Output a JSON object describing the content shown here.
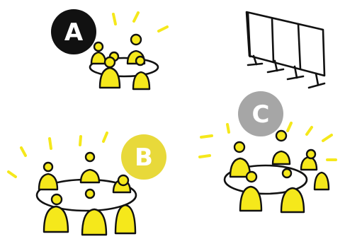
{
  "groups": [
    {
      "label": "A",
      "badge_color": "#111111",
      "text_color": "#ffffff"
    },
    {
      "label": "B",
      "badge_color": "#e8d93a",
      "text_color": "#ffffff"
    },
    {
      "label": "C",
      "badge_color": "#a6a6a6",
      "text_color": "#ffffff"
    }
  ],
  "colors": {
    "ink": "#111111",
    "highlight": "#f5e81b"
  },
  "icons": [
    "round-table-icon",
    "whiteboard-icon"
  ]
}
